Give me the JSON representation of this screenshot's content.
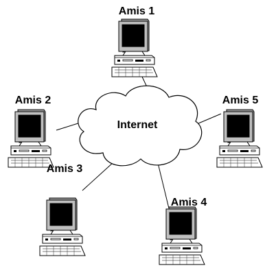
{
  "cloud": {
    "label": "Internet",
    "icon": "cloud-icon",
    "fill": "#ffffff",
    "stroke": "#000000"
  },
  "computers": [
    {
      "id": "amis-1",
      "label": "Amis 1",
      "icon": "desktop-computer-icon"
    },
    {
      "id": "amis-2",
      "label": "Amis 2",
      "icon": "desktop-computer-icon"
    },
    {
      "id": "amis-3",
      "label": "Amis 3",
      "icon": "desktop-computer-icon"
    },
    {
      "id": "amis-4",
      "label": "Amis 4",
      "icon": "desktop-computer-icon"
    },
    {
      "id": "amis-5",
      "label": "Amis 5",
      "icon": "desktop-computer-icon"
    }
  ],
  "colors": {
    "screen": "#000000",
    "monitor_frame": "#b3b3b3",
    "case": "#ffffff",
    "stroke": "#000000"
  }
}
